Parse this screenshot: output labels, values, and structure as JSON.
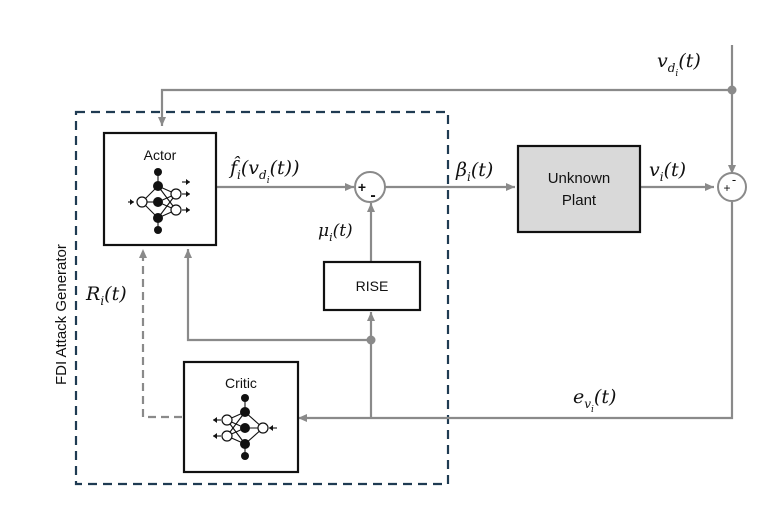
{
  "diagram": {
    "group_label": "FDI Attack Generator",
    "blocks": {
      "actor": "Actor",
      "critic": "Critic",
      "rise": "RISE",
      "plant_line1": "Unknown",
      "plant_line2": "Plant"
    },
    "signals": {
      "vd": {
        "base": "v",
        "sub": "d",
        "subsub": "i",
        "arg": "(t)"
      },
      "fhat": {
        "base": "f̂",
        "sub": "i",
        "mid": "(v",
        "sub2": "d",
        "subsub2": "i",
        "arg": "(t))"
      },
      "beta": {
        "base": "β",
        "sub": "i",
        "arg": "(t)"
      },
      "v": {
        "base": "v",
        "sub": "i",
        "arg": "(t)"
      },
      "mu": {
        "base": "μ",
        "sub": "i",
        "arg": "(t)"
      },
      "R": {
        "base": "R",
        "sub": "i",
        "arg": "(t)"
      },
      "ev": {
        "base": "e",
        "sub": "v",
        "subsub": "i",
        "arg": "(t)"
      }
    },
    "summing_junction_left_signs": {
      "plus": "+",
      "minus": "-"
    },
    "summing_junction_right_signs": {
      "plus": "+",
      "minus": "-"
    },
    "colors": {
      "line": "#8a8a8a",
      "block_border": "#111111",
      "plant_fill": "#d9d9d9",
      "group_border": "#1f3b52"
    }
  }
}
